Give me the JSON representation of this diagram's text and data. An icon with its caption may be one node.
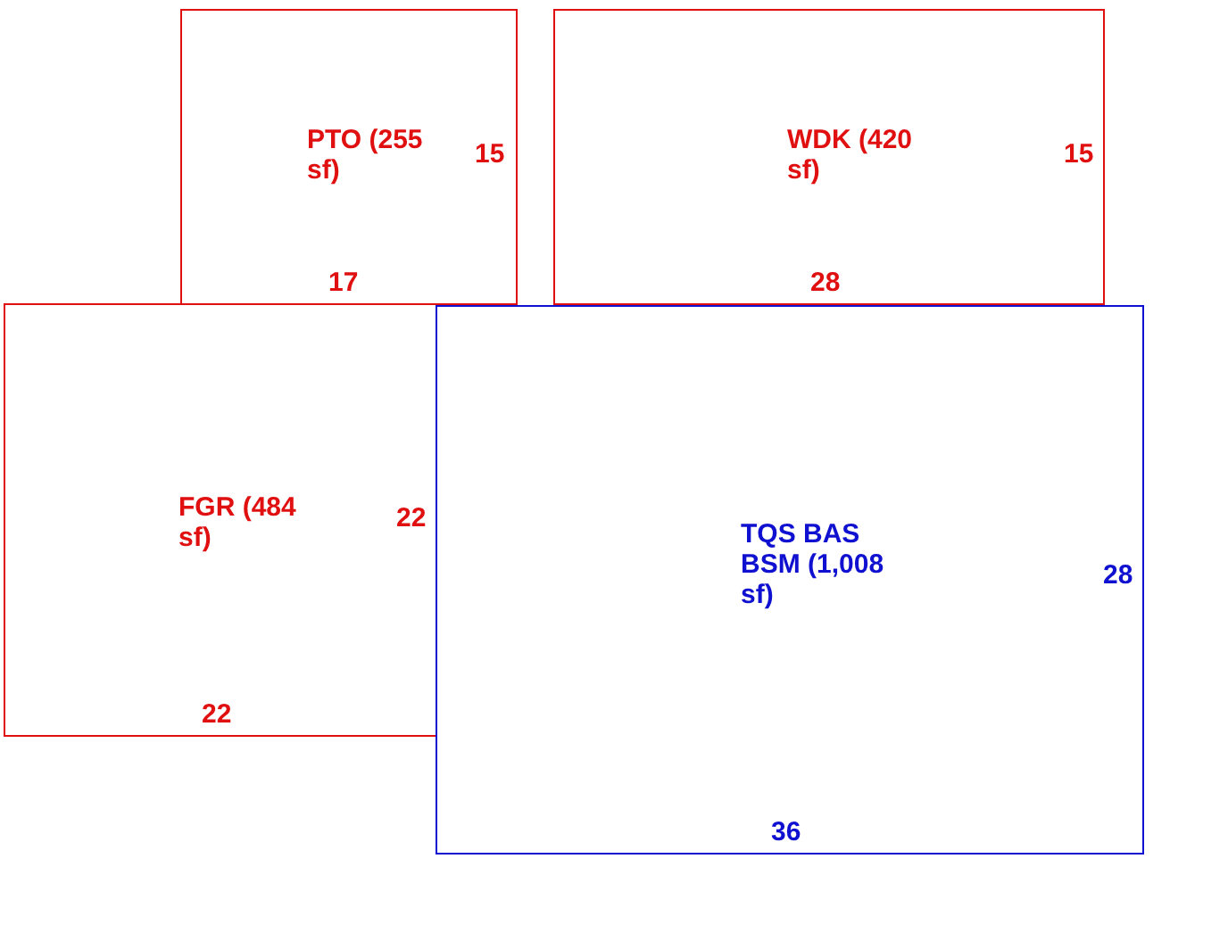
{
  "diagram": {
    "nodes": [
      {
        "text": [
          "PTO (255 sf)"
        ]
      },
      {
        "text": [
          "WDK (420 sf)"
        ]
      },
      {
        "text": [
          "FGR (484 sf)"
        ]
      },
      {
        "text": [
          "TQS BAS BSM (1,008 sf)"
        ]
      }
    ],
    "labels": [
      "15",
      "15",
      "17",
      "28",
      "22",
      "28",
      "22",
      "36"
    ]
  }
}
